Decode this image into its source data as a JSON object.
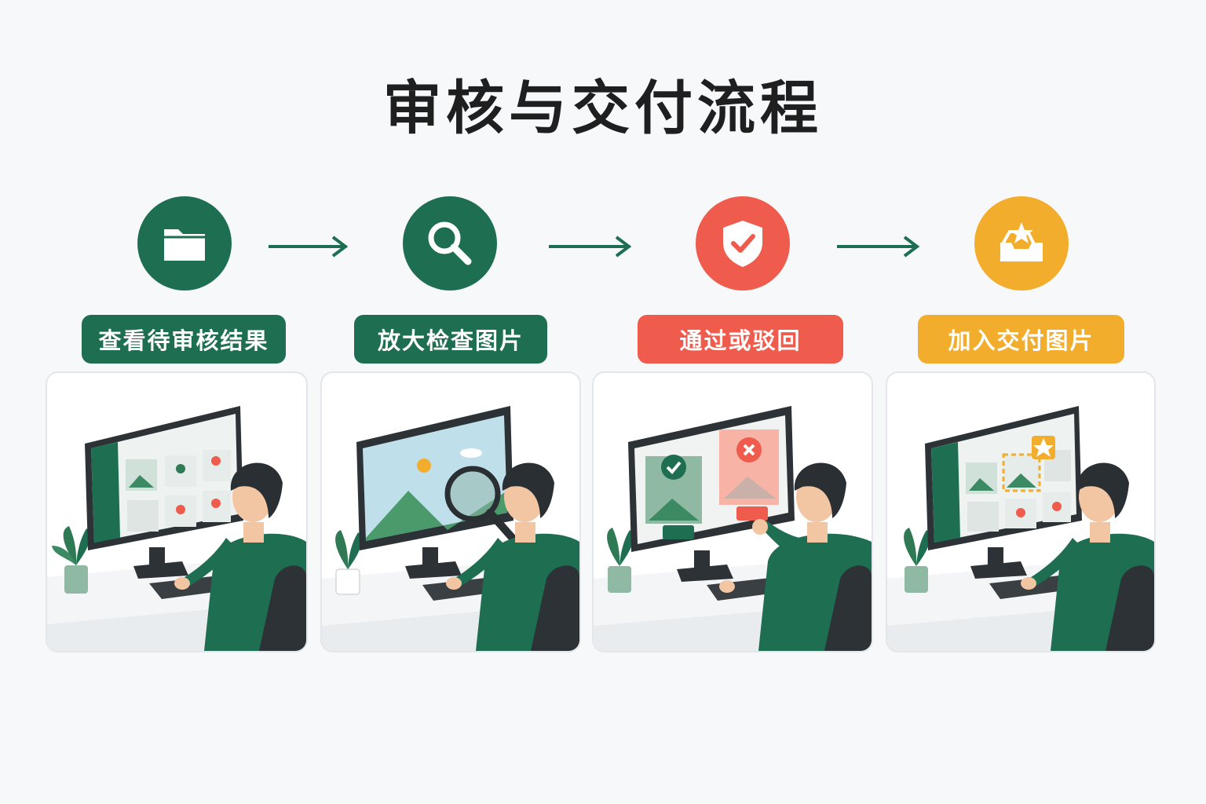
{
  "title": "审核与交付流程",
  "colors": {
    "green": "#1e6e52",
    "red": "#ef5b4c",
    "amber": "#f3ad2d",
    "ink": "#2a2f33"
  },
  "steps": [
    {
      "label": "查看待审核结果",
      "icon": "folder-icon",
      "color": "#1e6e52"
    },
    {
      "label": "放大检查图片",
      "icon": "magnifier-icon",
      "color": "#1e6e52"
    },
    {
      "label": "通过或驳回",
      "icon": "shield-check-icon",
      "color": "#ef5b4c"
    },
    {
      "label": "加入交付图片",
      "icon": "tray-star-icon",
      "color": "#f3ad2d"
    }
  ]
}
